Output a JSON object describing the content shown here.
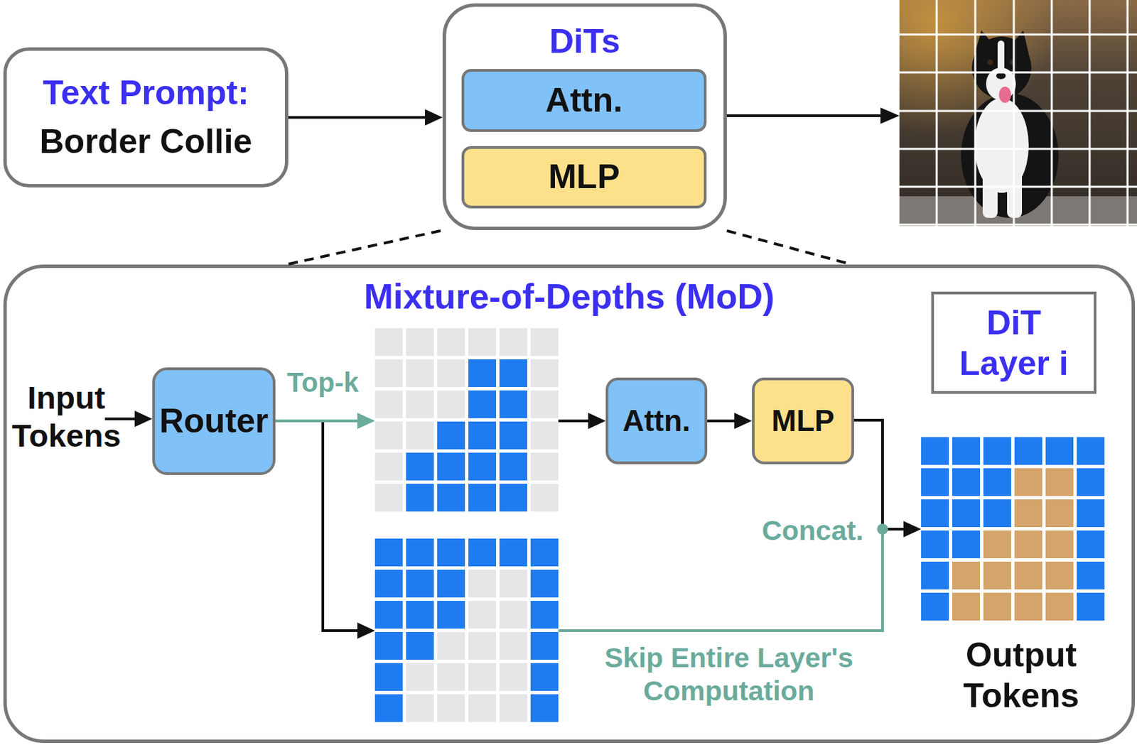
{
  "diagram": {
    "nodes": [
      {
        "text": [
          "Text Prompt:",
          "Border Collie"
        ]
      },
      {
        "text": [
          "DiTs"
        ]
      },
      {
        "text": [
          "Attn."
        ],
        "in": 1
      },
      {
        "text": [
          "MLP"
        ],
        "in": 1
      },
      {
        "text": [
          "Mixture-of-Depths (MoD)"
        ]
      },
      {
        "text": [
          "DiT Layer i"
        ],
        "in": 4
      },
      {
        "text": [
          "Router"
        ],
        "in": 4
      },
      {
        "text": [
          "Attn."
        ],
        "in": 4
      },
      {
        "text": [
          "MLP"
        ],
        "in": 4
      }
    ],
    "edges": [
      {
        "from": 0,
        "to": 1,
        "arrow": "to"
      },
      {
        "from": 6,
        "to": 7,
        "label": "Top-k",
        "arrow": "to"
      },
      {
        "from": 7,
        "to": 8,
        "arrow": "to"
      }
    ],
    "labels": [
      "Input Tokens",
      "Concat.",
      "Skip Entire Layer's Computation",
      "Output Tokens"
    ]
  }
}
